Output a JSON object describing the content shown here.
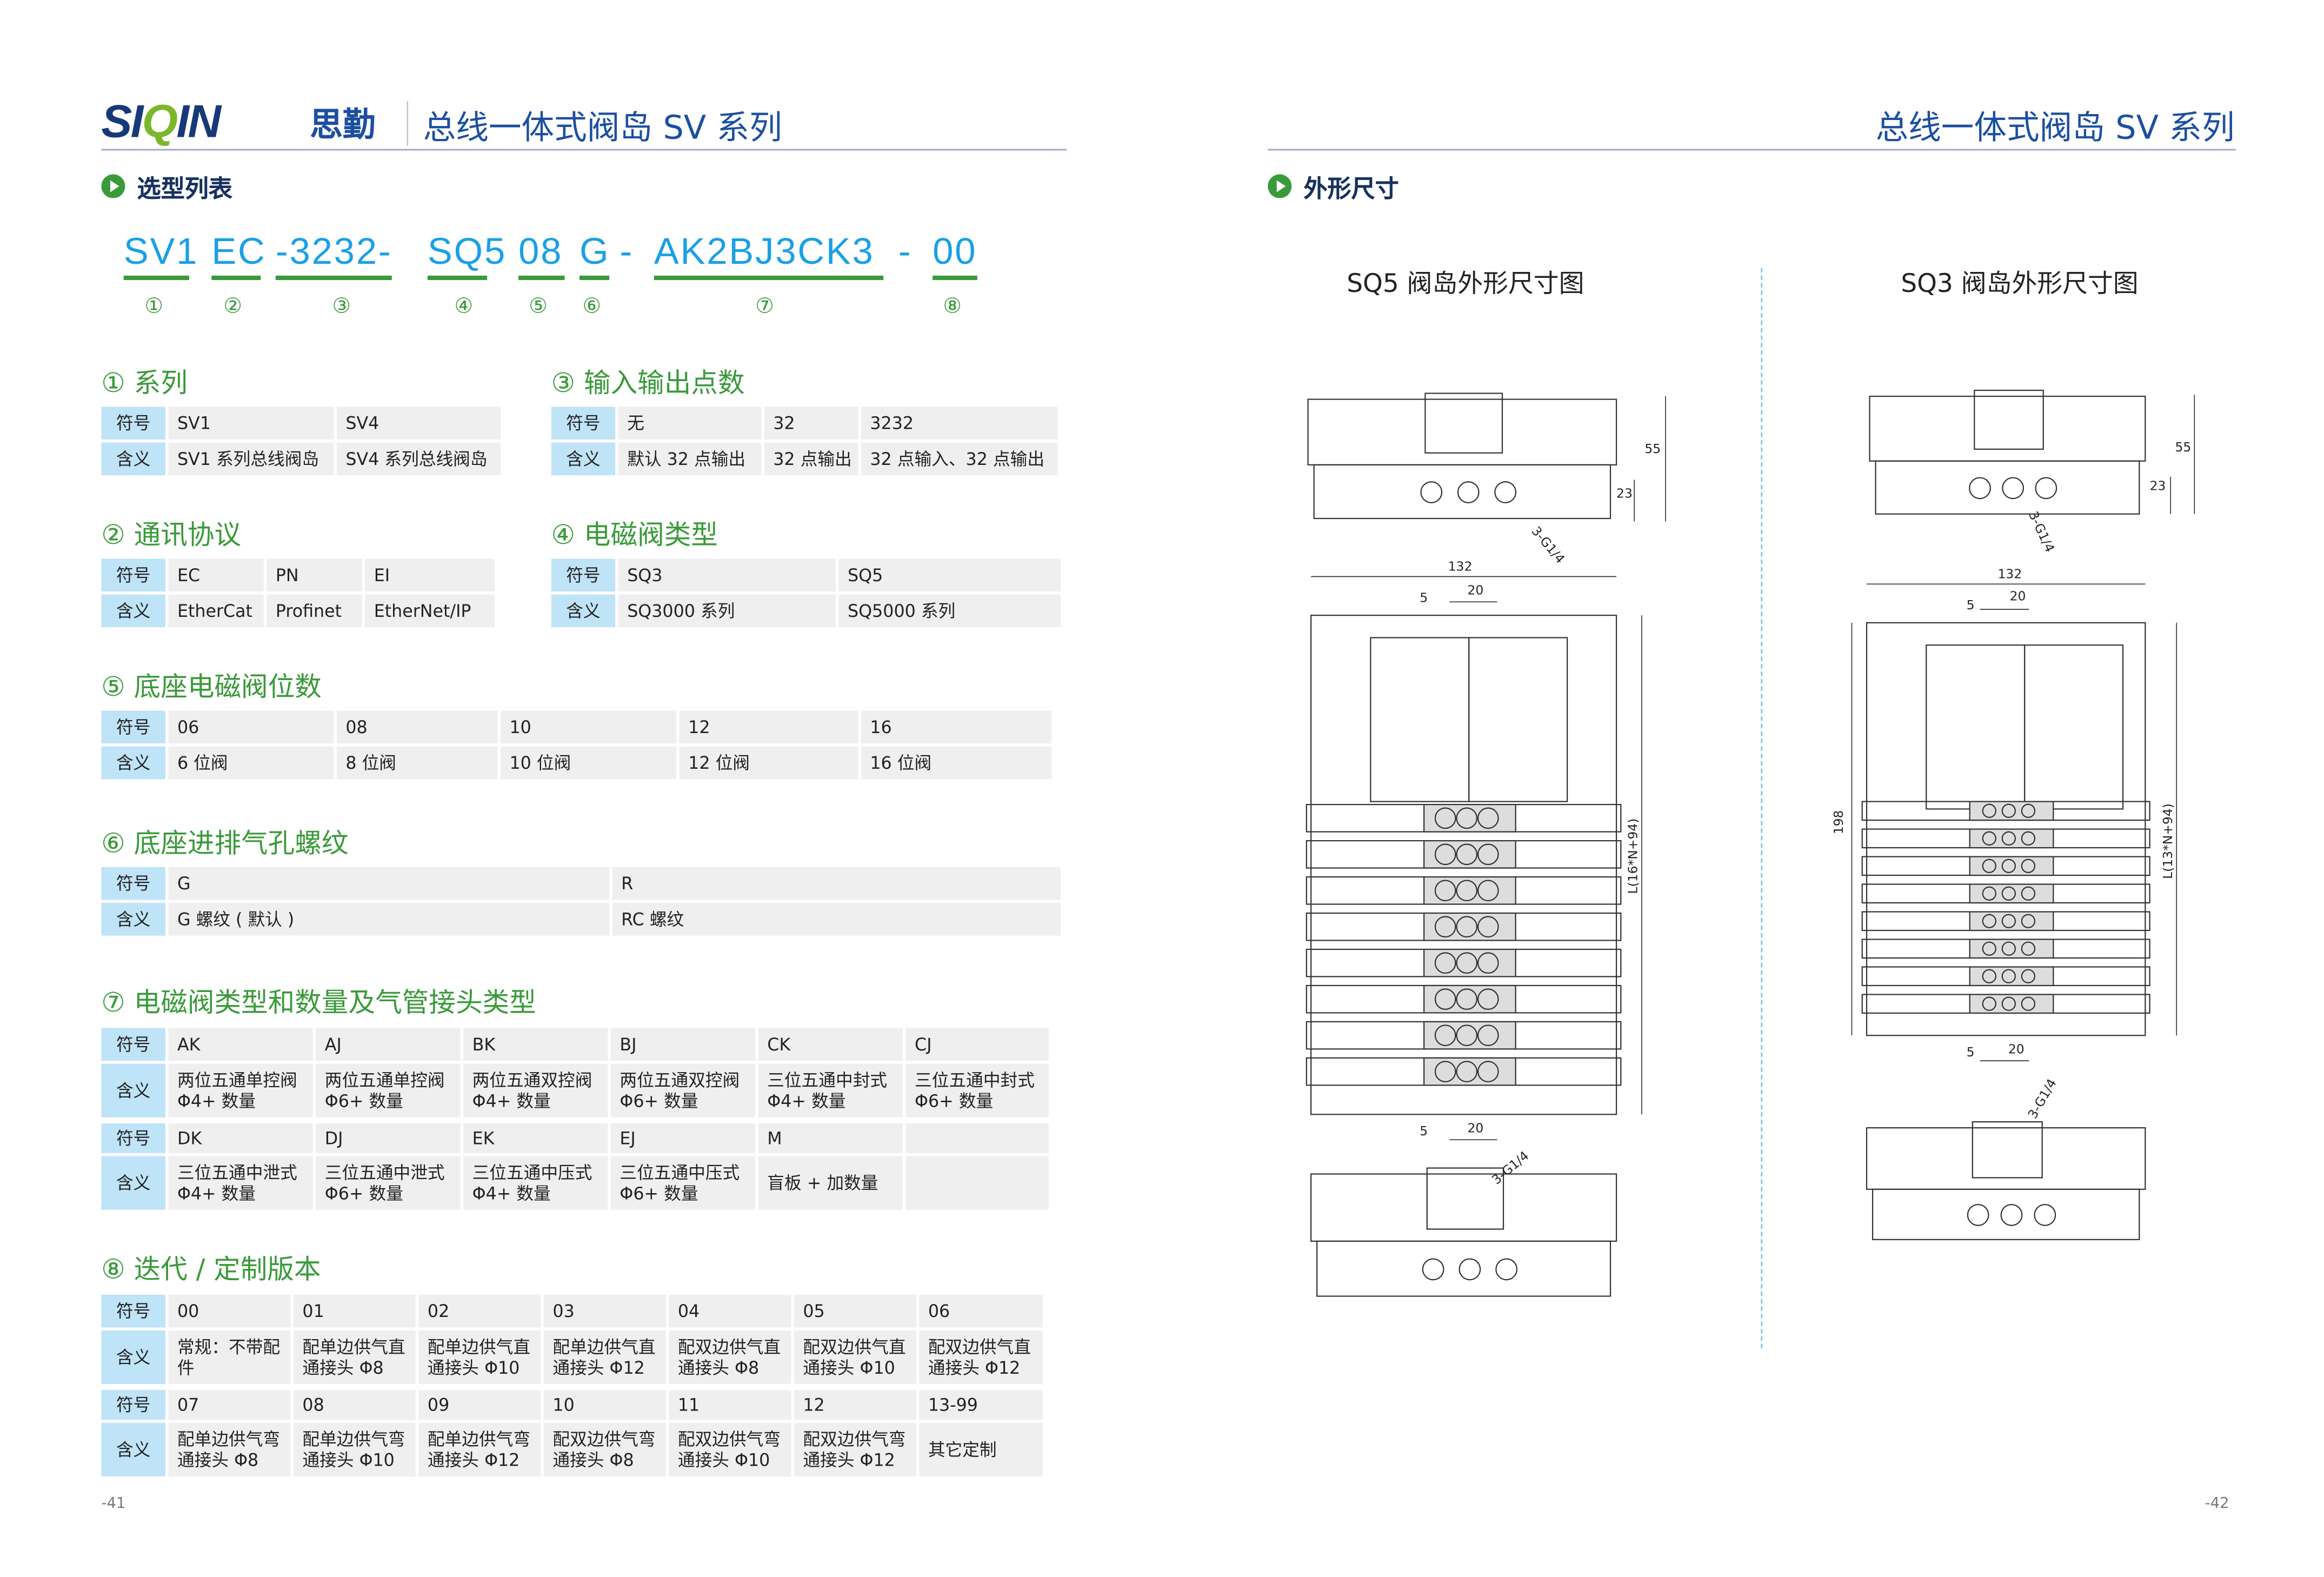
{
  "brand": {
    "logo": "SIQIN",
    "logo_cn": "思勤"
  },
  "header": {
    "left_title": "总线一体式阀岛 SV 系列",
    "right_title": "总线一体式阀岛 SV 系列"
  },
  "left": {
    "section": "选型列表",
    "code_parts": [
      "SV1",
      "EC",
      "-3232-",
      "SQ5",
      "08",
      "G",
      "-",
      "AK2BJ3CK3",
      "-",
      "00"
    ],
    "markers": [
      "①",
      "②",
      "③",
      "④",
      "⑤",
      "⑥",
      "⑦",
      "⑧"
    ],
    "tables": [
      {
        "title": "① 系列",
        "rows": [
          {
            "label": "符号",
            "cells": [
              "SV1",
              "SV4"
            ]
          },
          {
            "label": "含义",
            "cells": [
              "SV1 系列总线阀岛",
              "SV4 系列总线阀岛"
            ]
          }
        ]
      },
      {
        "title": "③ 输入输出点数",
        "rows": [
          {
            "label": "符号",
            "cells": [
              "无",
              "32",
              "3232"
            ]
          },
          {
            "label": "含义",
            "cells": [
              "默认 32 点输出",
              "32 点输出",
              "32 点输入、32 点输出"
            ]
          }
        ]
      },
      {
        "title": "② 通讯协议",
        "rows": [
          {
            "label": "符号",
            "cells": [
              "EC",
              "PN",
              "EI"
            ]
          },
          {
            "label": "含义",
            "cells": [
              "EtherCat",
              "Profinet",
              "EtherNet/IP"
            ]
          }
        ]
      },
      {
        "title": "④ 电磁阀类型",
        "rows": [
          {
            "label": "符号",
            "cells": [
              "SQ3",
              "SQ5"
            ]
          },
          {
            "label": "含义",
            "cells": [
              "SQ3000 系列",
              "SQ5000 系列"
            ]
          }
        ]
      },
      {
        "title": "⑤ 底座电磁阀位数",
        "rows": [
          {
            "label": "符号",
            "cells": [
              "06",
              "08",
              "10",
              "12",
              "16"
            ]
          },
          {
            "label": "含义",
            "cells": [
              "6 位阀",
              "8 位阀",
              "10 位阀",
              "12 位阀",
              "16 位阀"
            ]
          }
        ]
      },
      {
        "title": "⑥ 底座进排气孔螺纹",
        "rows": [
          {
            "label": "符号",
            "cells": [
              "G",
              "R"
            ]
          },
          {
            "label": "含义",
            "cells": [
              "G 螺纹 ( 默认 )",
              "RC 螺纹"
            ]
          }
        ]
      },
      {
        "title": "⑦ 电磁阀类型和数量及气管接头类型",
        "rows": [
          {
            "label": "符号",
            "cells": [
              "AK",
              "AJ",
              "BK",
              "BJ",
              "CK",
              "CJ"
            ]
          },
          {
            "label": "含义",
            "cells": [
              "两位五通单控阀\nΦ4+ 数量",
              "两位五通单控阀\nΦ6+ 数量",
              "两位五通双控阀\nΦ4+ 数量",
              "两位五通双控阀\nΦ6+ 数量",
              "三位五通中封式\nΦ4+ 数量",
              "三位五通中封式\nΦ6+ 数量"
            ]
          },
          {
            "label": "符号",
            "cells": [
              "DK",
              "DJ",
              "EK",
              "EJ",
              "M",
              ""
            ]
          },
          {
            "label": "含义",
            "cells": [
              "三位五通中泄式\nΦ4+ 数量",
              "三位五通中泄式\nΦ6+ 数量",
              "三位五通中压式\nΦ4+ 数量",
              "三位五通中压式\nΦ6+ 数量",
              "盲板 + 加数量",
              ""
            ]
          }
        ]
      },
      {
        "title": "⑧ 迭代 / 定制版本",
        "rows": [
          {
            "label": "符号",
            "cells": [
              "00",
              "01",
              "02",
              "03",
              "04",
              "05",
              "06"
            ]
          },
          {
            "label": "含义",
            "cells": [
              "常规：不带配\n件",
              "配单边供气直\n通接头 Φ8",
              "配单边供气直\n通接头 Φ10",
              "配单边供气直\n通接头 Φ12",
              "配双边供气直\n通接头 Φ8",
              "配双边供气直\n通接头 Φ10",
              "配双边供气直\n通接头 Φ12"
            ]
          },
          {
            "label": "符号",
            "cells": [
              "07",
              "08",
              "09",
              "10",
              "11",
              "12",
              "13-99"
            ]
          },
          {
            "label": "含义",
            "cells": [
              "配单边供气弯\n通接头 Φ8",
              "配单边供气弯\n通接头 Φ10",
              "配单边供气弯\n通接头 Φ12",
              "配双边供气弯\n通接头 Φ8",
              "配双边供气弯\n通接头 Φ10",
              "配双边供气弯\n通接头 Φ12",
              "其它定制"
            ]
          }
        ]
      }
    ],
    "page_number": "-41"
  },
  "right": {
    "section": "外形尺寸",
    "sq5": {
      "title": "SQ5 阀岛外形尺寸图",
      "dims": {
        "h55": "55",
        "h23": "23",
        "port_top": "3-G1/4",
        "w132": "132",
        "w20": "20",
        "w5": "5",
        "length": "L(16*N+94)",
        "w20b": "20",
        "w5b": "5",
        "port_bottom": "3-G1/4"
      }
    },
    "sq3": {
      "title": "SQ3 阀岛外形尺寸图",
      "dims": {
        "h55": "55",
        "h23": "23",
        "port_top": "3-G1/4",
        "w132": "132",
        "w20": "20",
        "w5": "5",
        "h198": "198",
        "length": "L(13*N+94)",
        "w20b": "20",
        "w5b": "5",
        "port_bottom": "3-G1/4"
      }
    },
    "page_number": "-42"
  },
  "colors": {
    "brand_blue": "#1d4fa0",
    "accent_green": "#3a9a3a",
    "code_blue": "#1aa0e6",
    "label_bg": "#bfe3f7",
    "cell_bg": "#efefef"
  }
}
